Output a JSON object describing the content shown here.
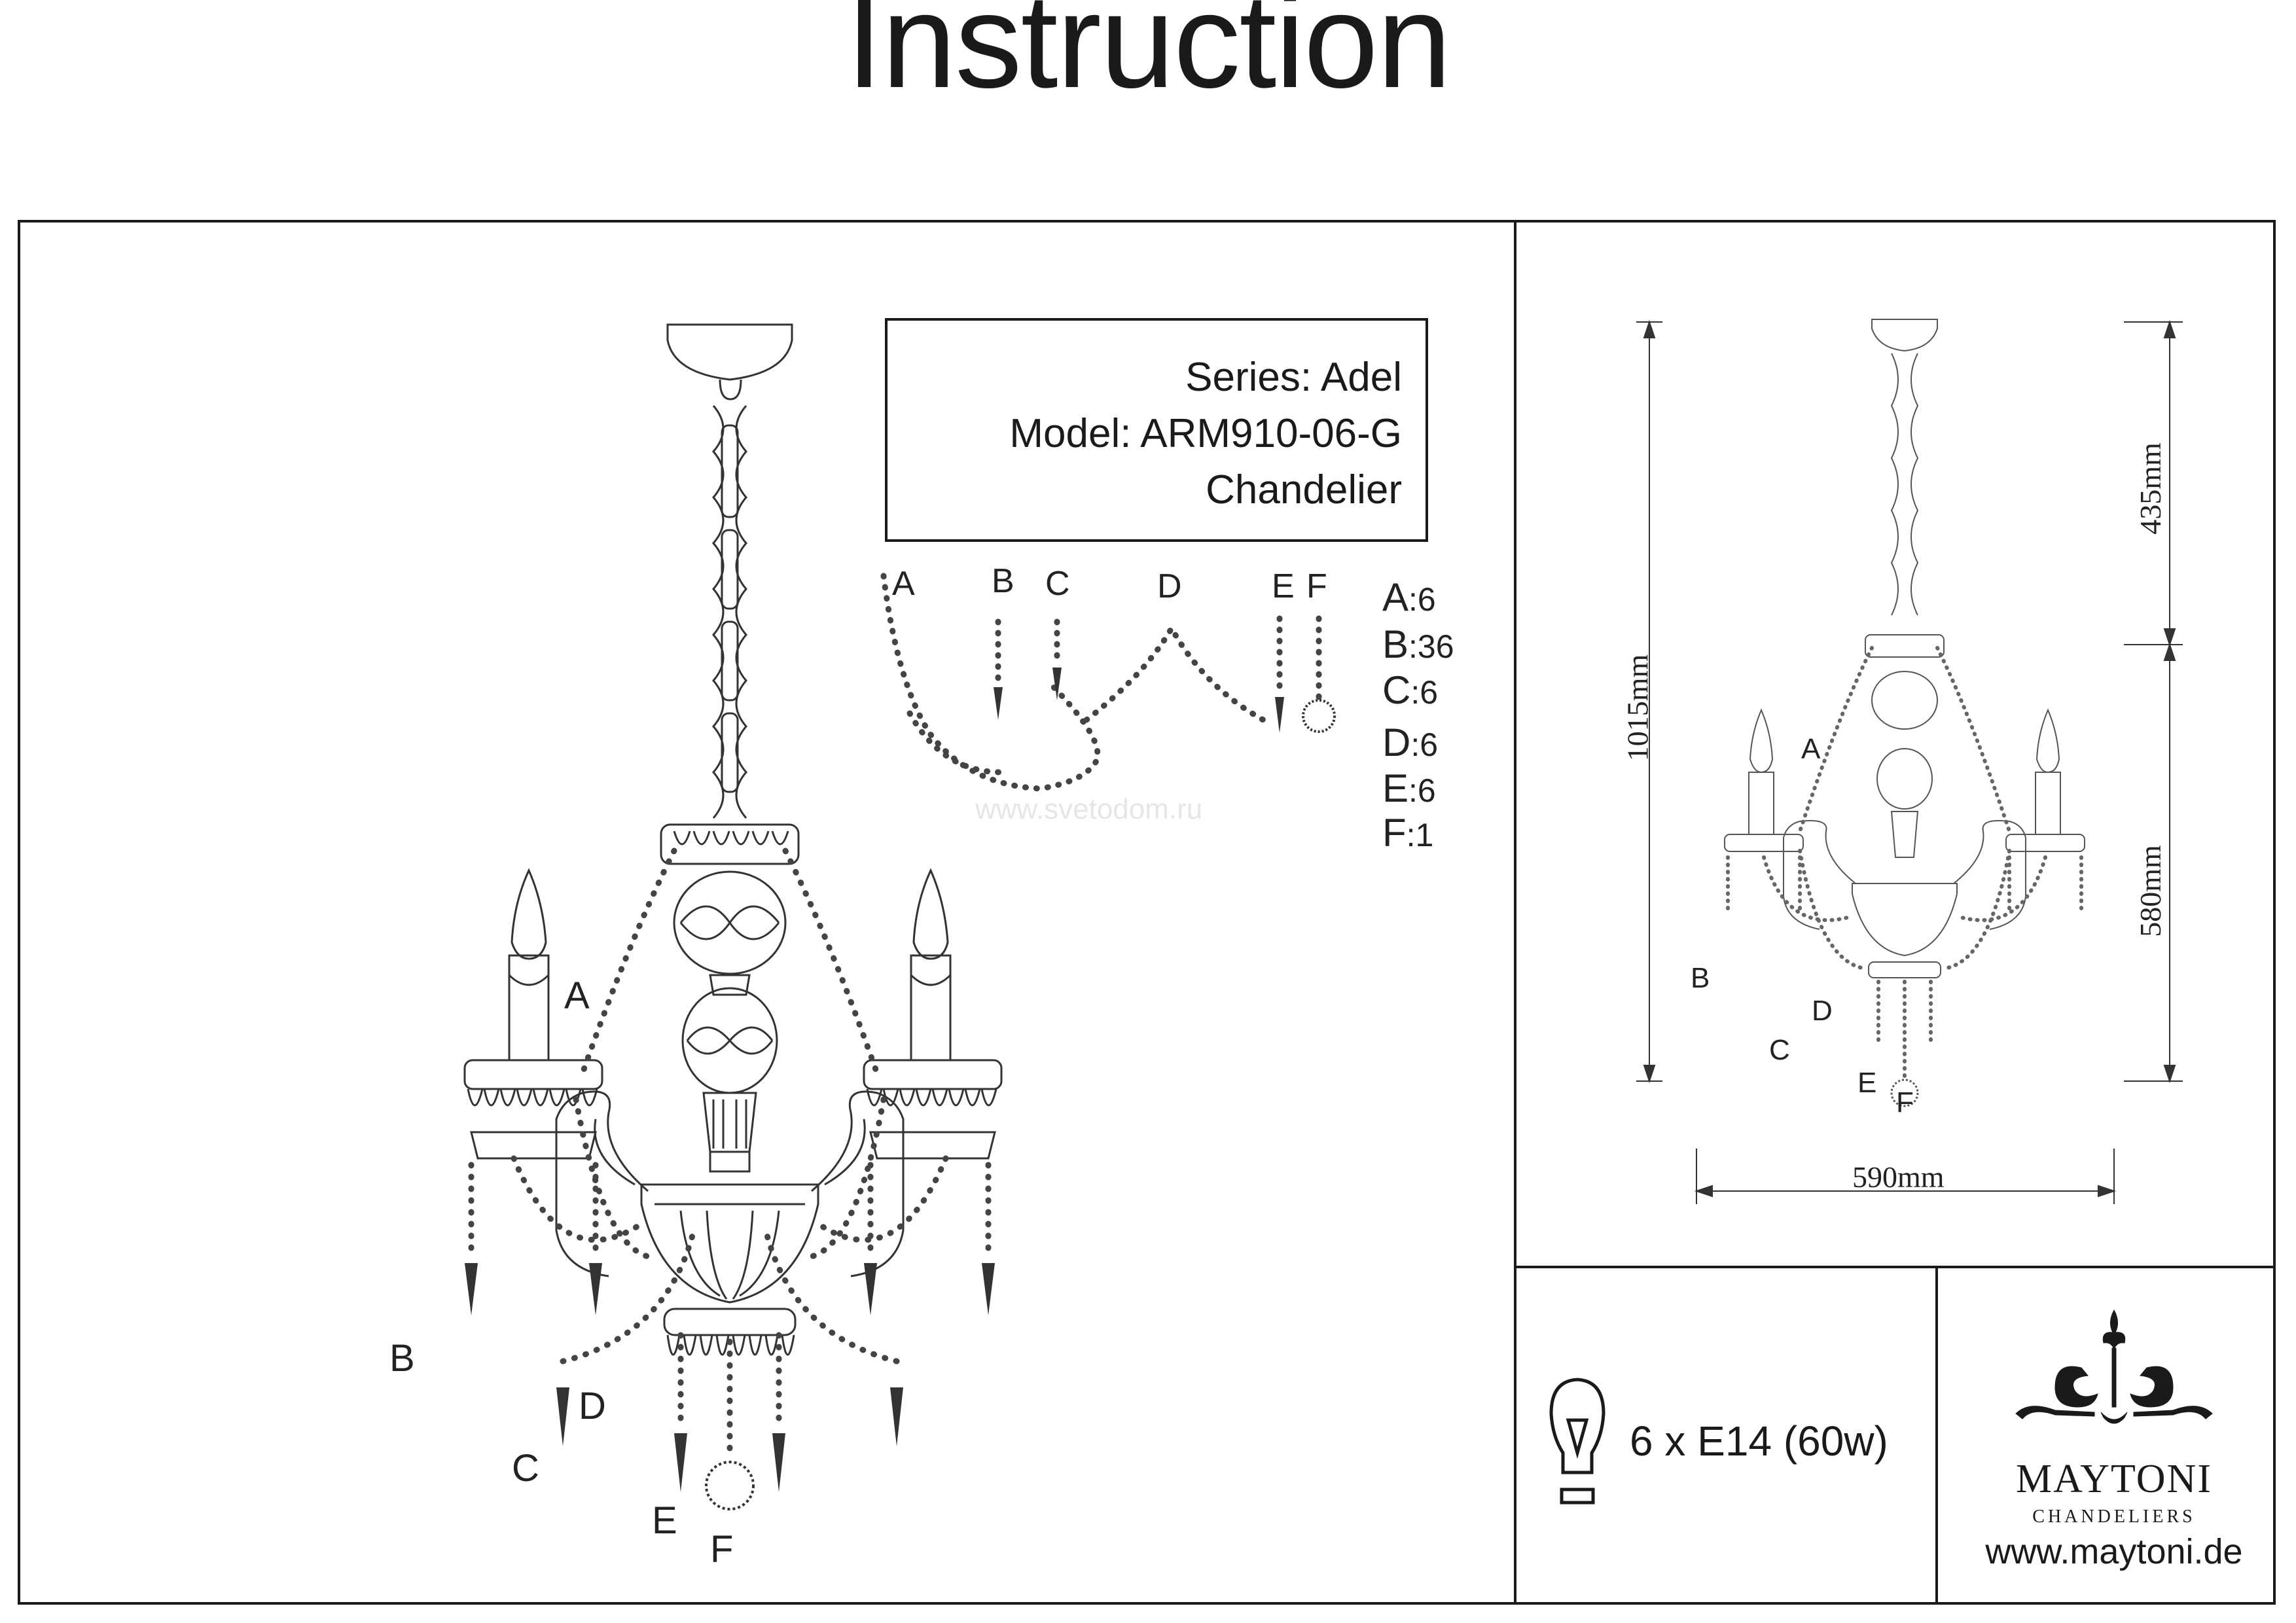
{
  "header": {
    "title": "Instruction"
  },
  "info": {
    "series": "Series: Adel",
    "model": "Model: ARM910-06-G",
    "type": "Chandelier"
  },
  "parts": {
    "labels": [
      "A",
      "B",
      "C",
      "D",
      "E",
      "F"
    ],
    "counts": [
      {
        "letter": "A",
        "qty": ":6"
      },
      {
        "letter": "B",
        "qty": ":36"
      },
      {
        "letter": "C",
        "qty": ":6"
      },
      {
        "letter": "D",
        "qty": ":6"
      },
      {
        "letter": "E",
        "qty": ":6"
      },
      {
        "letter": "F",
        "qty": ":1"
      }
    ]
  },
  "dimensions": {
    "total_height": "1015mm",
    "chain": "435mm",
    "body": "580mm",
    "width": "590mm"
  },
  "watermark": "www.svetodom.ru",
  "lamp": {
    "spec": "6 x E14 (60w)"
  },
  "brand": {
    "name": "MAYTONI",
    "sub": "CHANDELIERS",
    "url": "www.maytoni.de"
  }
}
